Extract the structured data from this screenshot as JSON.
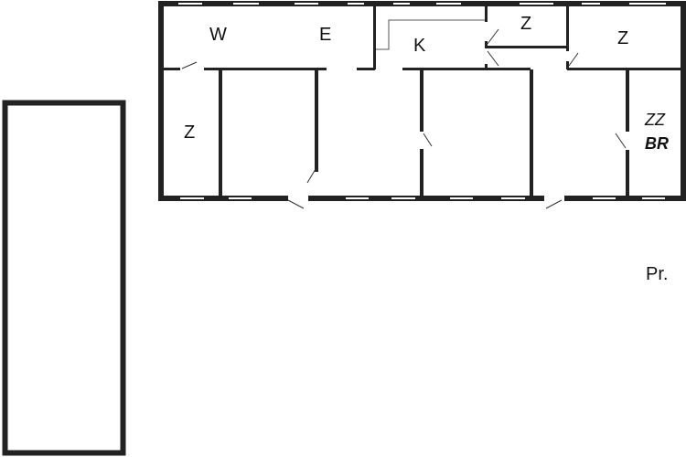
{
  "rooms": {
    "living_w": "W",
    "living_e": "E",
    "kitchen": "K",
    "room_z_top_small": "Z",
    "room_z_top_right": "Z",
    "room_z_left": "Z",
    "room_br_a": "BR",
    "room_br_b": "ZZ",
    "plot_label": "Pr."
  },
  "colors": {
    "wall": "#222222",
    "background": "#ffffff"
  }
}
